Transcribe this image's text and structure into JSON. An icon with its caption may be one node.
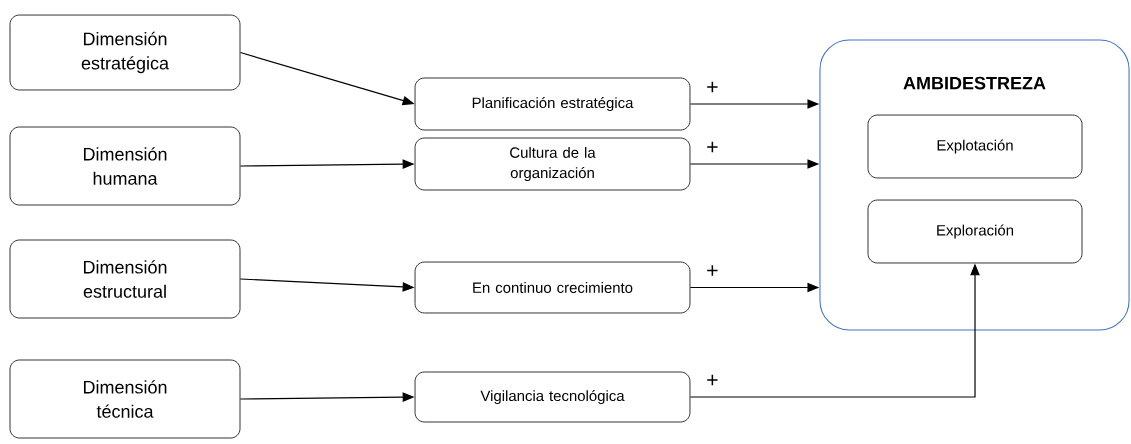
{
  "diagram": {
    "nodes": [
      {
        "text": [
          "Dimensión estratégica"
        ]
      },
      {
        "text": [
          "Planificación estratégica"
        ]
      },
      {
        "text": [
          "Dimensión humana"
        ]
      },
      {
        "text": [
          "Cultura de la organización"
        ]
      },
      {
        "text": [
          "Dimensión estructural"
        ]
      },
      {
        "text": [
          "En continuo crecimiento"
        ]
      },
      {
        "text": [
          "Dimensión técnica"
        ]
      },
      {
        "text": [
          "Vigilancia tecnológica"
        ]
      },
      {
        "text": [
          "AMBIDESTREZA"
        ]
      },
      {
        "text": [
          "Explotación"
        ],
        "in": 8
      },
      {
        "text": [
          "Exploración"
        ],
        "in": 8
      }
    ],
    "edges": [
      {
        "from": 0,
        "to": 1,
        "arrow": "to"
      },
      {
        "from": 2,
        "to": 3,
        "arrow": "to"
      },
      {
        "from": 4,
        "to": 5,
        "arrow": "to"
      },
      {
        "from": 6,
        "to": 7,
        "arrow": "to"
      },
      {
        "from": 1,
        "to": 8,
        "arrow": "to",
        "label": "+"
      },
      {
        "from": 3,
        "to": 8,
        "arrow": "to",
        "label": "+"
      },
      {
        "from": 5,
        "to": 8,
        "arrow": "to",
        "label": "+"
      },
      {
        "from": 7,
        "to": 10,
        "arrow": "to",
        "label": "+"
      }
    ]
  }
}
